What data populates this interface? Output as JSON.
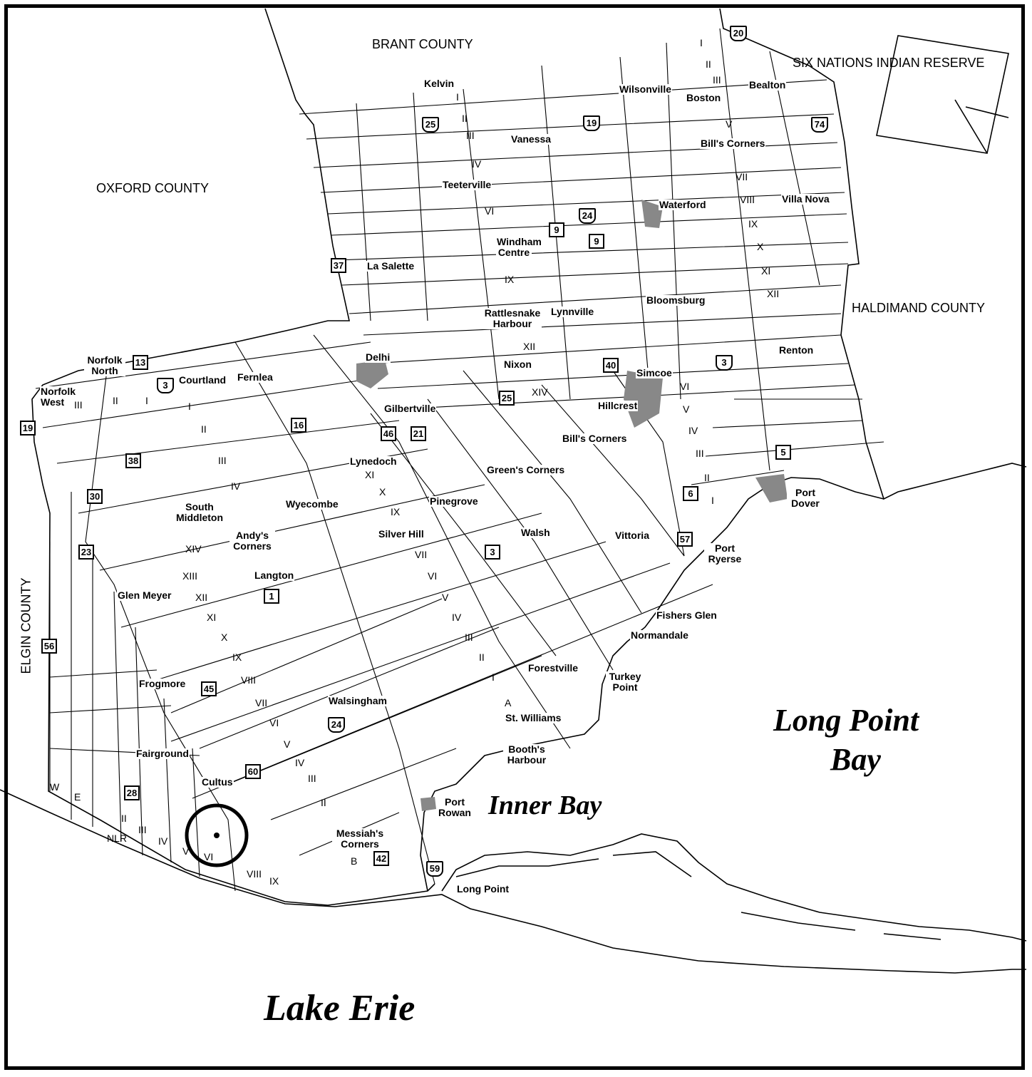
{
  "counties": {
    "brant": "BRANT COUNTY",
    "six_nations": "SIX NATIONS INDIAN RESERVE",
    "oxford": "OXFORD COUNTY",
    "haldimand": "HALDIMAND COUNTY",
    "elgin": "ELGIN COUNTY"
  },
  "water": {
    "long_point_bay_1": "Long  Point",
    "long_point_bay_2": "Bay",
    "inner_bay": "Inner  Bay",
    "lake_erie": "Lake   Erie"
  },
  "places": {
    "kelvin": "Kelvin",
    "wilsonville": "Wilsonville",
    "boston": "Boston",
    "bealton": "Bealton",
    "vanessa": "Vanessa",
    "bills_corners_n": "Bill's Corners",
    "teeterville": "Teeterville",
    "waterford": "Waterford",
    "villa_nova": "Villa Nova",
    "windham_centre": "Windham Centre",
    "la_salette": "La Salette",
    "rattlesnake_harbour": "Rattlesnake Harbour",
    "lynnville": "Lynnville",
    "bloomsburg": "Bloomsburg",
    "delhi": "Delhi",
    "renton": "Renton",
    "norfolk_north": "Norfolk North",
    "norfolk_west": "Norfolk West",
    "courtland": "Courtland",
    "fernlea": "Fernlea",
    "nixon": "Nixon",
    "simcoe": "Simcoe",
    "gilbertville": "Gilbertville",
    "hillcrest": "Hillcrest",
    "bills_corners_s": "Bill's Corners",
    "lynedoch": "Lynedoch",
    "greens_corners": "Green's Corners",
    "port_dover": "Port Dover",
    "south_middleton": "South Middleton",
    "wyecombe": "Wyecombe",
    "pinegrove": "Pinegrove",
    "andys_corners": "Andy's Corners",
    "silver_hill": "Silver Hill",
    "walsh": "Walsh",
    "vittoria": "Vittoria",
    "port_ryerse": "Port Ryerse",
    "langton": "Langton",
    "glen_meyer": "Glen Meyer",
    "fishers_glen": "Fishers Glen",
    "normandale": "Normandale",
    "forestville": "Forestville",
    "turkey_point": "Turkey Point",
    "frogmore": "Frogmore",
    "walsingham": "Walsingham",
    "st_williams": "St. Williams",
    "booths_harbour": "Booth's Harbour",
    "fairground": "Fairground",
    "cultus": "Cultus",
    "port_rowan": "Port Rowan",
    "messiahs_corners": "Messiah's Corners",
    "long_point": "Long Point"
  },
  "highways": [
    "20",
    "74",
    "25",
    "19",
    "24",
    "9",
    "9",
    "37",
    "13",
    "3",
    "40",
    "3",
    "16",
    "25",
    "46",
    "21",
    "5",
    "6",
    "57",
    "19",
    "38",
    "30",
    "23",
    "1",
    "3",
    "56",
    "45",
    "24",
    "28",
    "60",
    "42",
    "59"
  ],
  "concessions": [
    "I",
    "II",
    "III",
    "IV",
    "V",
    "VI",
    "VII",
    "VIII",
    "IX",
    "X",
    "XI",
    "XII",
    "XIII",
    "XIV",
    "A",
    "B",
    "W",
    "E",
    "NLR"
  ]
}
